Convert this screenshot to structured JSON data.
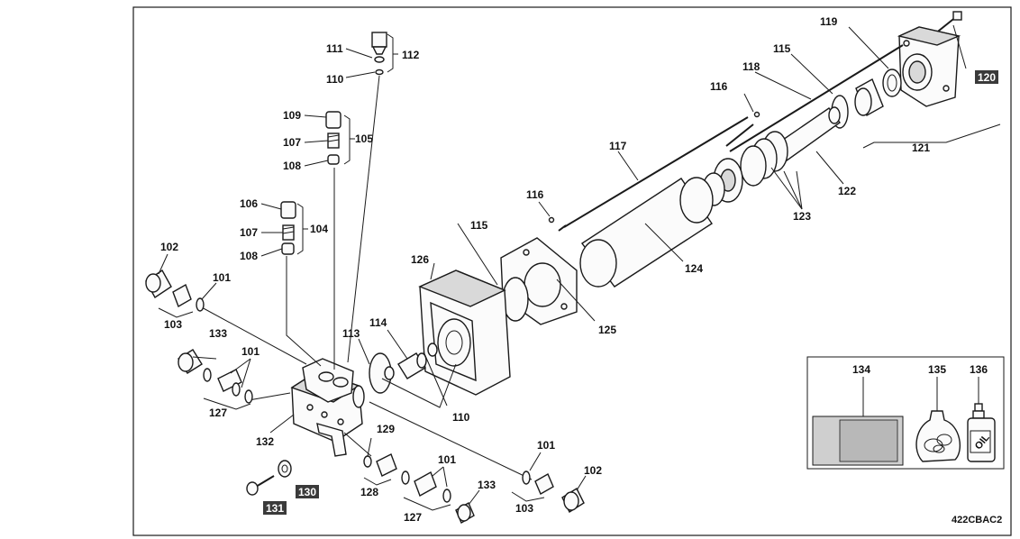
{
  "diagram": {
    "drawing_code": "422CBAC2",
    "callouts": {
      "c101a": "101",
      "c101b": "101",
      "c101c": "101",
      "c101d": "101",
      "c102a": "102",
      "c102b": "102",
      "c103a": "103",
      "c103b": "103",
      "c104": "104",
      "c105": "105",
      "c106": "106",
      "c107a": "107",
      "c107b": "107",
      "c108a": "108",
      "c108b": "108",
      "c109": "109",
      "c110a": "110",
      "c110b": "110",
      "c111": "111",
      "c112": "112",
      "c113": "113",
      "c114": "114",
      "c115a": "115",
      "c115b": "115",
      "c116a": "116",
      "c116b": "116",
      "c117": "117",
      "c118": "118",
      "c119": "119",
      "c120": "120",
      "c121": "121",
      "c122": "122",
      "c123": "123",
      "c124": "124",
      "c125": "125",
      "c126": "126",
      "c127a": "127",
      "c127b": "127",
      "c128": "128",
      "c129": "129",
      "c130": "130",
      "c131": "131",
      "c132": "132",
      "c133a": "133",
      "c133b": "133",
      "c134": "134",
      "c135": "135",
      "c136": "136"
    },
    "oil_bottle_text": "OIL"
  }
}
